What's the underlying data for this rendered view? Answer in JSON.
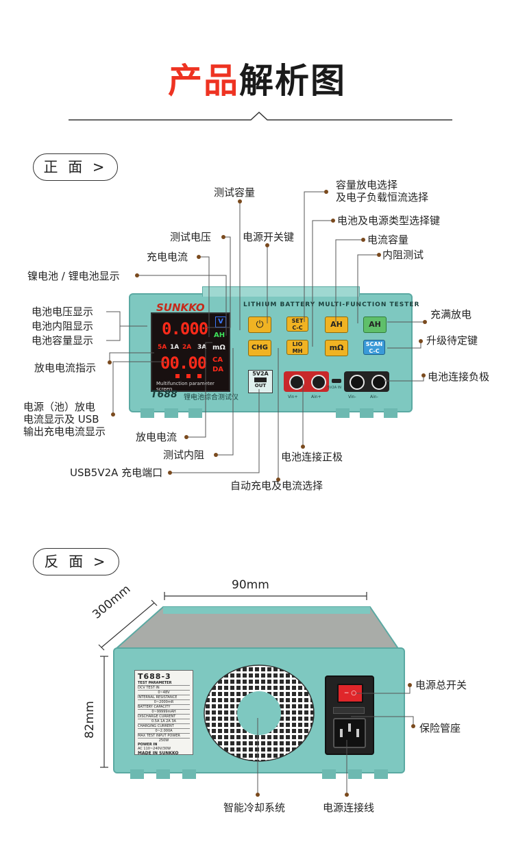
{
  "title": {
    "part1": "产品",
    "part2": "解析图"
  },
  "front": {
    "tab": "正 面 >",
    "device": {
      "brand": "SUNKKO",
      "header": "LITHIUM BATTERY MULTI-FUNCTION TESTER",
      "model": "T688",
      "model_cn": "锂电池综合测试仪",
      "lcd_top": "0.000",
      "lcd_bottom": "00.00",
      "lcd_caption": "Multifunction parameter screen",
      "unit_v": "V",
      "unit_ah": "AH",
      "unit_mohm": "mΩ",
      "unit_ca": "CA",
      "unit_da": "DA",
      "ind_5a": "5A",
      "ind_1a": "1A",
      "ind_2a": "2A",
      "ind_3a": "3A",
      "btn_set": "SET\nC-C",
      "btn_ah": "AH",
      "btn_ah_pwr": "AH",
      "btn_chg": "CHG",
      "btn_lio": "LIO\nMH",
      "btn_mohm": "mΩ",
      "btn_scan": "SCAN\nC-C",
      "usb_label": "5V2A",
      "usb_out": "OUT",
      "port_vin_pos": "Vin+",
      "port_ain_pos": "Ain+",
      "port_5v2a": "5V2A IN",
      "port_vin_neg": "Vin-",
      "port_ain_neg": "Ain-"
    },
    "labels": {
      "test_capacity": "测试容量",
      "capacity_discharge": "容量放电选择",
      "capacity_discharge2": "及电子负载恒流选择",
      "battery_type_key": "电池及电源类型选择键",
      "current_capacity": "电流容量",
      "resistance_test": "内阻测试",
      "test_voltage": "测试电压",
      "power_switch_key": "电源开关键",
      "charge_current": "充电电流",
      "nimh_li_display": "镍电池 / 锂电池显示",
      "voltage_display": "电池电压显示",
      "resistance_display": "电池内阻显示",
      "capacity_display": "电池容量显示",
      "full_discharge": "充满放电",
      "upgrade_standby": "升级待定键",
      "discharge_indicator": "放电电流指示",
      "battery_negative": "电池连接负极",
      "power_discharge_1": "电源（池）放电",
      "power_discharge_2": "电流显示及 USB",
      "power_discharge_3": "输出充电电流显示",
      "discharge_current": "放电电流",
      "test_resistance": "测试内阻",
      "battery_positive": "电池连接正极",
      "usb_port": "USB5V2A 充电端口",
      "auto_charge": "自动充电及电流选择"
    }
  },
  "back": {
    "tab": "反 面 >",
    "dims": {
      "width": "90mm",
      "depth": "300mm",
      "height": "82mm"
    },
    "plate": {
      "model": "T688-3",
      "title": "TEST PARAMETER",
      "rows": [
        "DCV TEST IN",
        "0~48V",
        "INTERNAL RESISTANCE",
        "0~2000mR",
        "BATTERY CAPACITY",
        "0~99999mAH",
        "DISCHARGE CURRENT",
        "0.5A 1A 2A 3A",
        "CHARGING CURRENT",
        "0~2.000A",
        "MAX TEST INPUT POWER",
        "250W"
      ],
      "power_in": "POWER IN",
      "power_spec": "AC 110~240V/30W",
      "made_in": "MADE IN SUNKKO"
    },
    "labels": {
      "main_switch": "电源总开关",
      "fuse_holder": "保险管座",
      "cooling": "智能冷却系统",
      "power_cord": "电源连接线"
    }
  },
  "colors": {
    "accent_red": "#ee3322",
    "device_teal": "#7ec8c0",
    "button_yellow": "#f0b323",
    "lcd_red": "#ff2a1a",
    "lcd_green": "#3ee05a",
    "lcd_blue": "#3a78ff",
    "dot_brown": "#7a4a1e"
  }
}
